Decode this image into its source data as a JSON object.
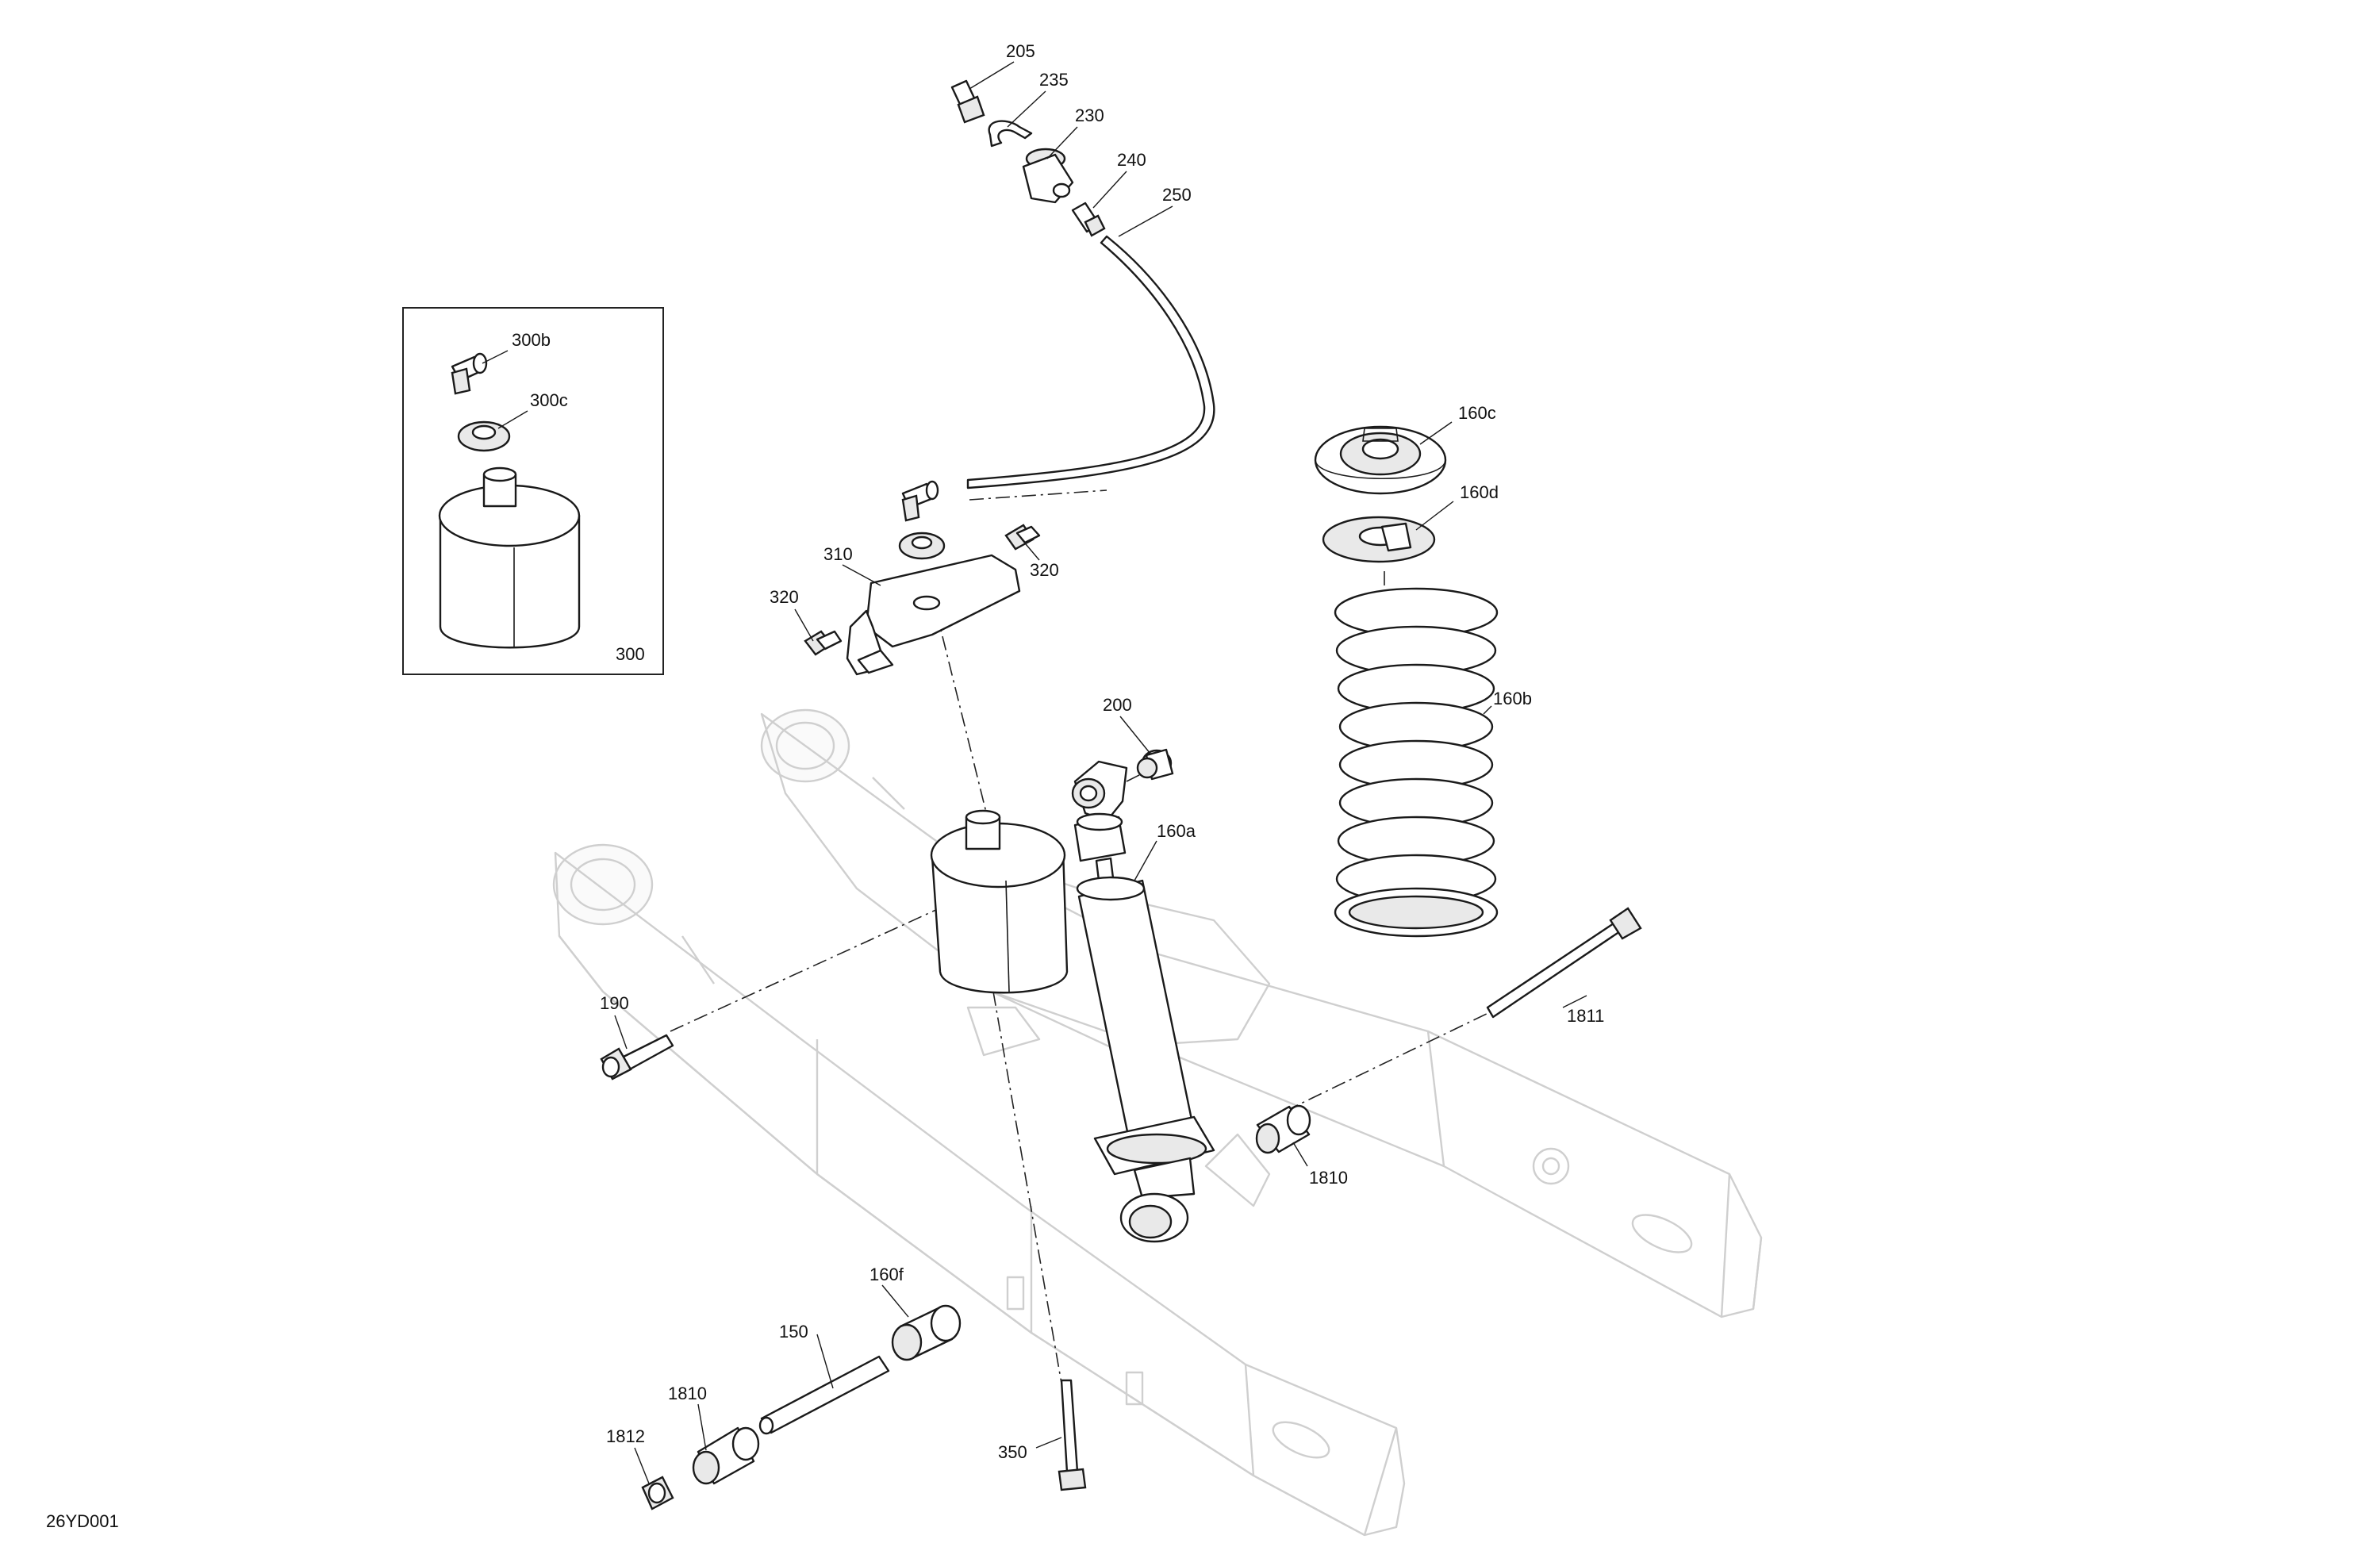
{
  "drawing_id": "26YD001",
  "callouts": [
    {
      "id": "205",
      "label": "205"
    },
    {
      "id": "235",
      "label": "235"
    },
    {
      "id": "230",
      "label": "230"
    },
    {
      "id": "240",
      "label": "240"
    },
    {
      "id": "250",
      "label": "250"
    },
    {
      "id": "300b",
      "label": "300b"
    },
    {
      "id": "300c",
      "label": "300c"
    },
    {
      "id": "300",
      "label": "300"
    },
    {
      "id": "160c",
      "label": "160c"
    },
    {
      "id": "160d",
      "label": "160d"
    },
    {
      "id": "310",
      "label": "310"
    },
    {
      "id": "320a",
      "label": "320"
    },
    {
      "id": "320b",
      "label": "320"
    },
    {
      "id": "160b",
      "label": "160b"
    },
    {
      "id": "200",
      "label": "200"
    },
    {
      "id": "160a",
      "label": "160a"
    },
    {
      "id": "190",
      "label": "190"
    },
    {
      "id": "1811",
      "label": "1811"
    },
    {
      "id": "1810a",
      "label": "1810"
    },
    {
      "id": "160f",
      "label": "160f"
    },
    {
      "id": "150",
      "label": "150"
    },
    {
      "id": "1810b",
      "label": "1810"
    },
    {
      "id": "1812",
      "label": "1812"
    },
    {
      "id": "350",
      "label": "350"
    }
  ]
}
